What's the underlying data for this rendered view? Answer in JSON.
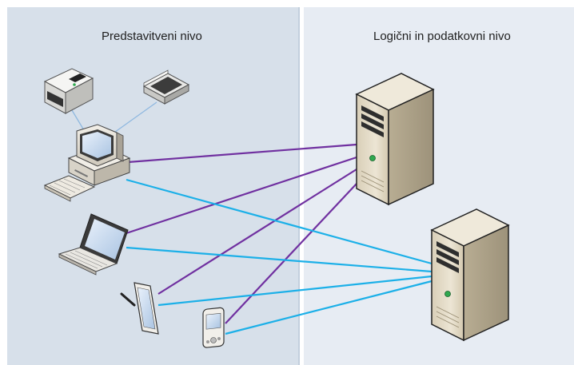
{
  "tiers": {
    "presentation": {
      "label": "Predstavitveni nivo"
    },
    "logic_data": {
      "label": "Logični in podatkovni nivo"
    }
  },
  "colors": {
    "purple_link": "#7030a0",
    "blue_link": "#1cb0e8",
    "peripheral_link": "#8fb8e0",
    "left_panel": "#d7e0ea",
    "right_panel": "#e7ecf3"
  },
  "nodes": [
    {
      "id": "printer",
      "icon": "printer-icon"
    },
    {
      "id": "scanner",
      "icon": "scanner-icon"
    },
    {
      "id": "desktop-pc",
      "icon": "desktop-computer-icon"
    },
    {
      "id": "laptop",
      "icon": "laptop-icon"
    },
    {
      "id": "tablet",
      "icon": "tablet-icon"
    },
    {
      "id": "pda",
      "icon": "pda-icon"
    },
    {
      "id": "server-1",
      "icon": "server-tower-icon"
    },
    {
      "id": "server-2",
      "icon": "server-tower-icon"
    }
  ],
  "connections": [
    {
      "from": "desktop-pc",
      "to": "server-1",
      "color": "purple"
    },
    {
      "from": "laptop",
      "to": "server-1",
      "color": "purple"
    },
    {
      "from": "tablet",
      "to": "server-1",
      "color": "purple"
    },
    {
      "from": "pda",
      "to": "server-1",
      "color": "purple"
    },
    {
      "from": "desktop-pc",
      "to": "server-2",
      "color": "blue"
    },
    {
      "from": "laptop",
      "to": "server-2",
      "color": "blue"
    },
    {
      "from": "tablet",
      "to": "server-2",
      "color": "blue"
    },
    {
      "from": "pda",
      "to": "server-2",
      "color": "blue"
    },
    {
      "from": "desktop-pc",
      "to": "printer",
      "color": "peripheral"
    },
    {
      "from": "desktop-pc",
      "to": "scanner",
      "color": "peripheral"
    }
  ]
}
